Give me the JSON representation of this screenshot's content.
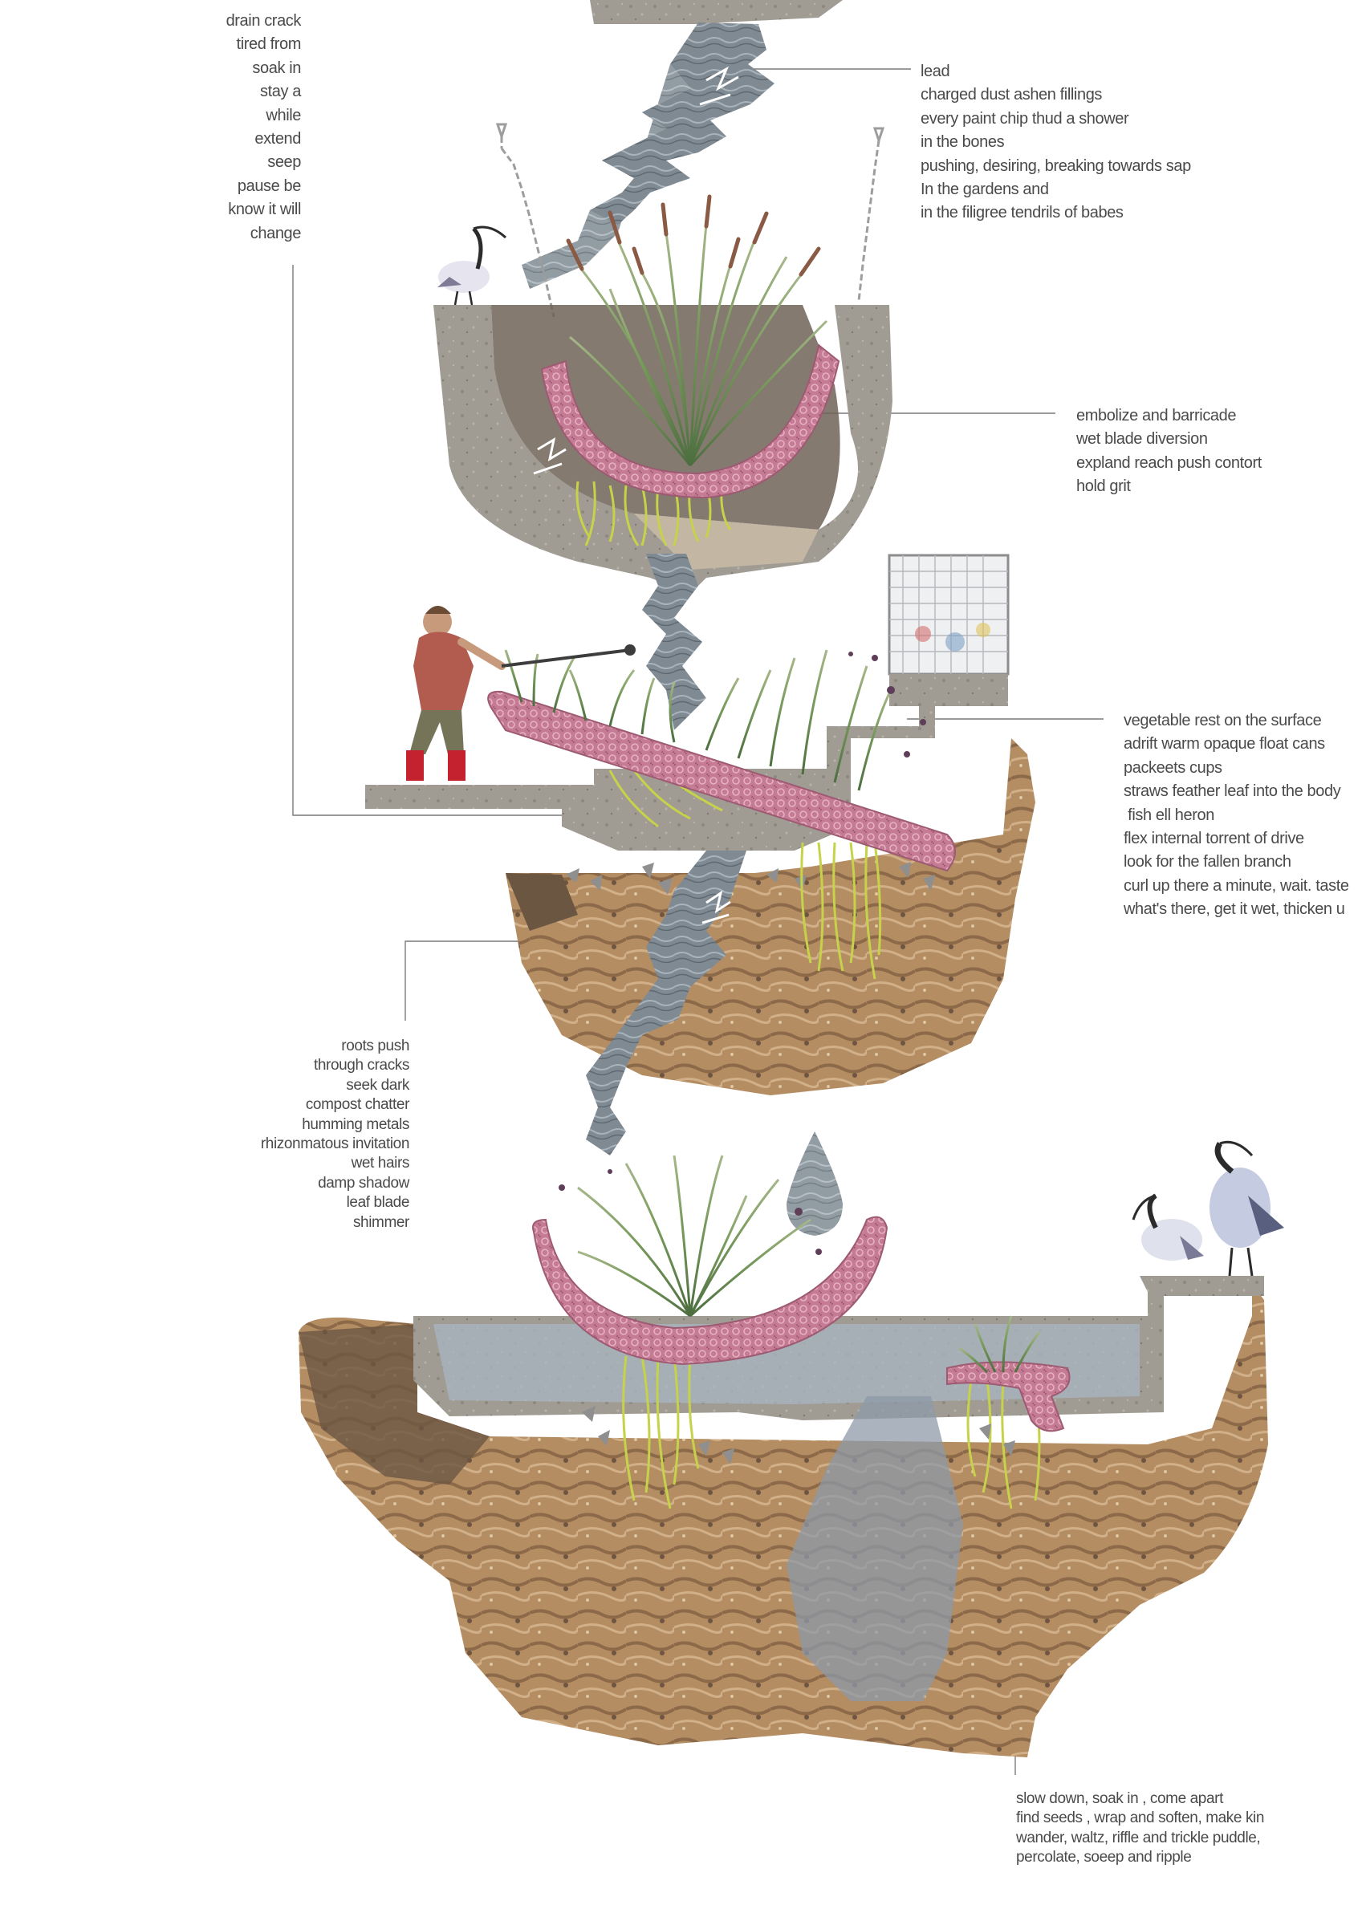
{
  "poems": {
    "drain": [
      "drain crack",
      "tired from",
      "soak in",
      "stay a",
      "while",
      "extend",
      "seep",
      "pause be",
      "know it will",
      "change"
    ],
    "lead": [
      "lead",
      "charged dust ashen fillings",
      "every paint chip thud a shower",
      "in the bones",
      "pushing, desiring, breaking towards sap",
      "In the gardens and",
      "in the filigree tendrils of babes"
    ],
    "embolize": [
      "embolize and barricade",
      "wet blade diversion",
      "expland reach push contort",
      "hold grit"
    ],
    "vegetable": [
      "vegetable rest on the surface",
      "adrift warm opaque float cans",
      "packeets cups",
      "straws feather leaf into the body",
      " fish ell heron",
      "flex internal torrent of drive",
      "look for the fallen branch",
      "curl up there a minute, wait. taste",
      "what's there, get it wet, thicken u"
    ],
    "roots": [
      "roots push",
      "through cracks",
      "seek dark",
      "compost chatter",
      "humming metals",
      "rhizonmatous invitation",
      "wet hairs",
      "damp shadow",
      "leaf blade",
      "shimmer"
    ],
    "slow": [
      "slow down, soak in , come apart",
      "find seeds , wrap and soften, make kin",
      "wander, waltz, riffle and trickle puddle,",
      "percolate, soeep and ripple"
    ]
  },
  "colors": {
    "concrete": "#9e9a92",
    "soil": "#b08a62",
    "soil_dark": "#6b5642",
    "water": "#8e9aa8",
    "pink_tube": "#c97a96",
    "roots": "#c6d24a",
    "grass": "#5d7f4c",
    "grass_seed": "#8a5a44",
    "leader": "#6e6e6e"
  },
  "icons": [
    "ibis-icon",
    "child-figure",
    "chain-icon",
    "drain-glyph-icon",
    "water-drop-icon",
    "cage-icon"
  ]
}
